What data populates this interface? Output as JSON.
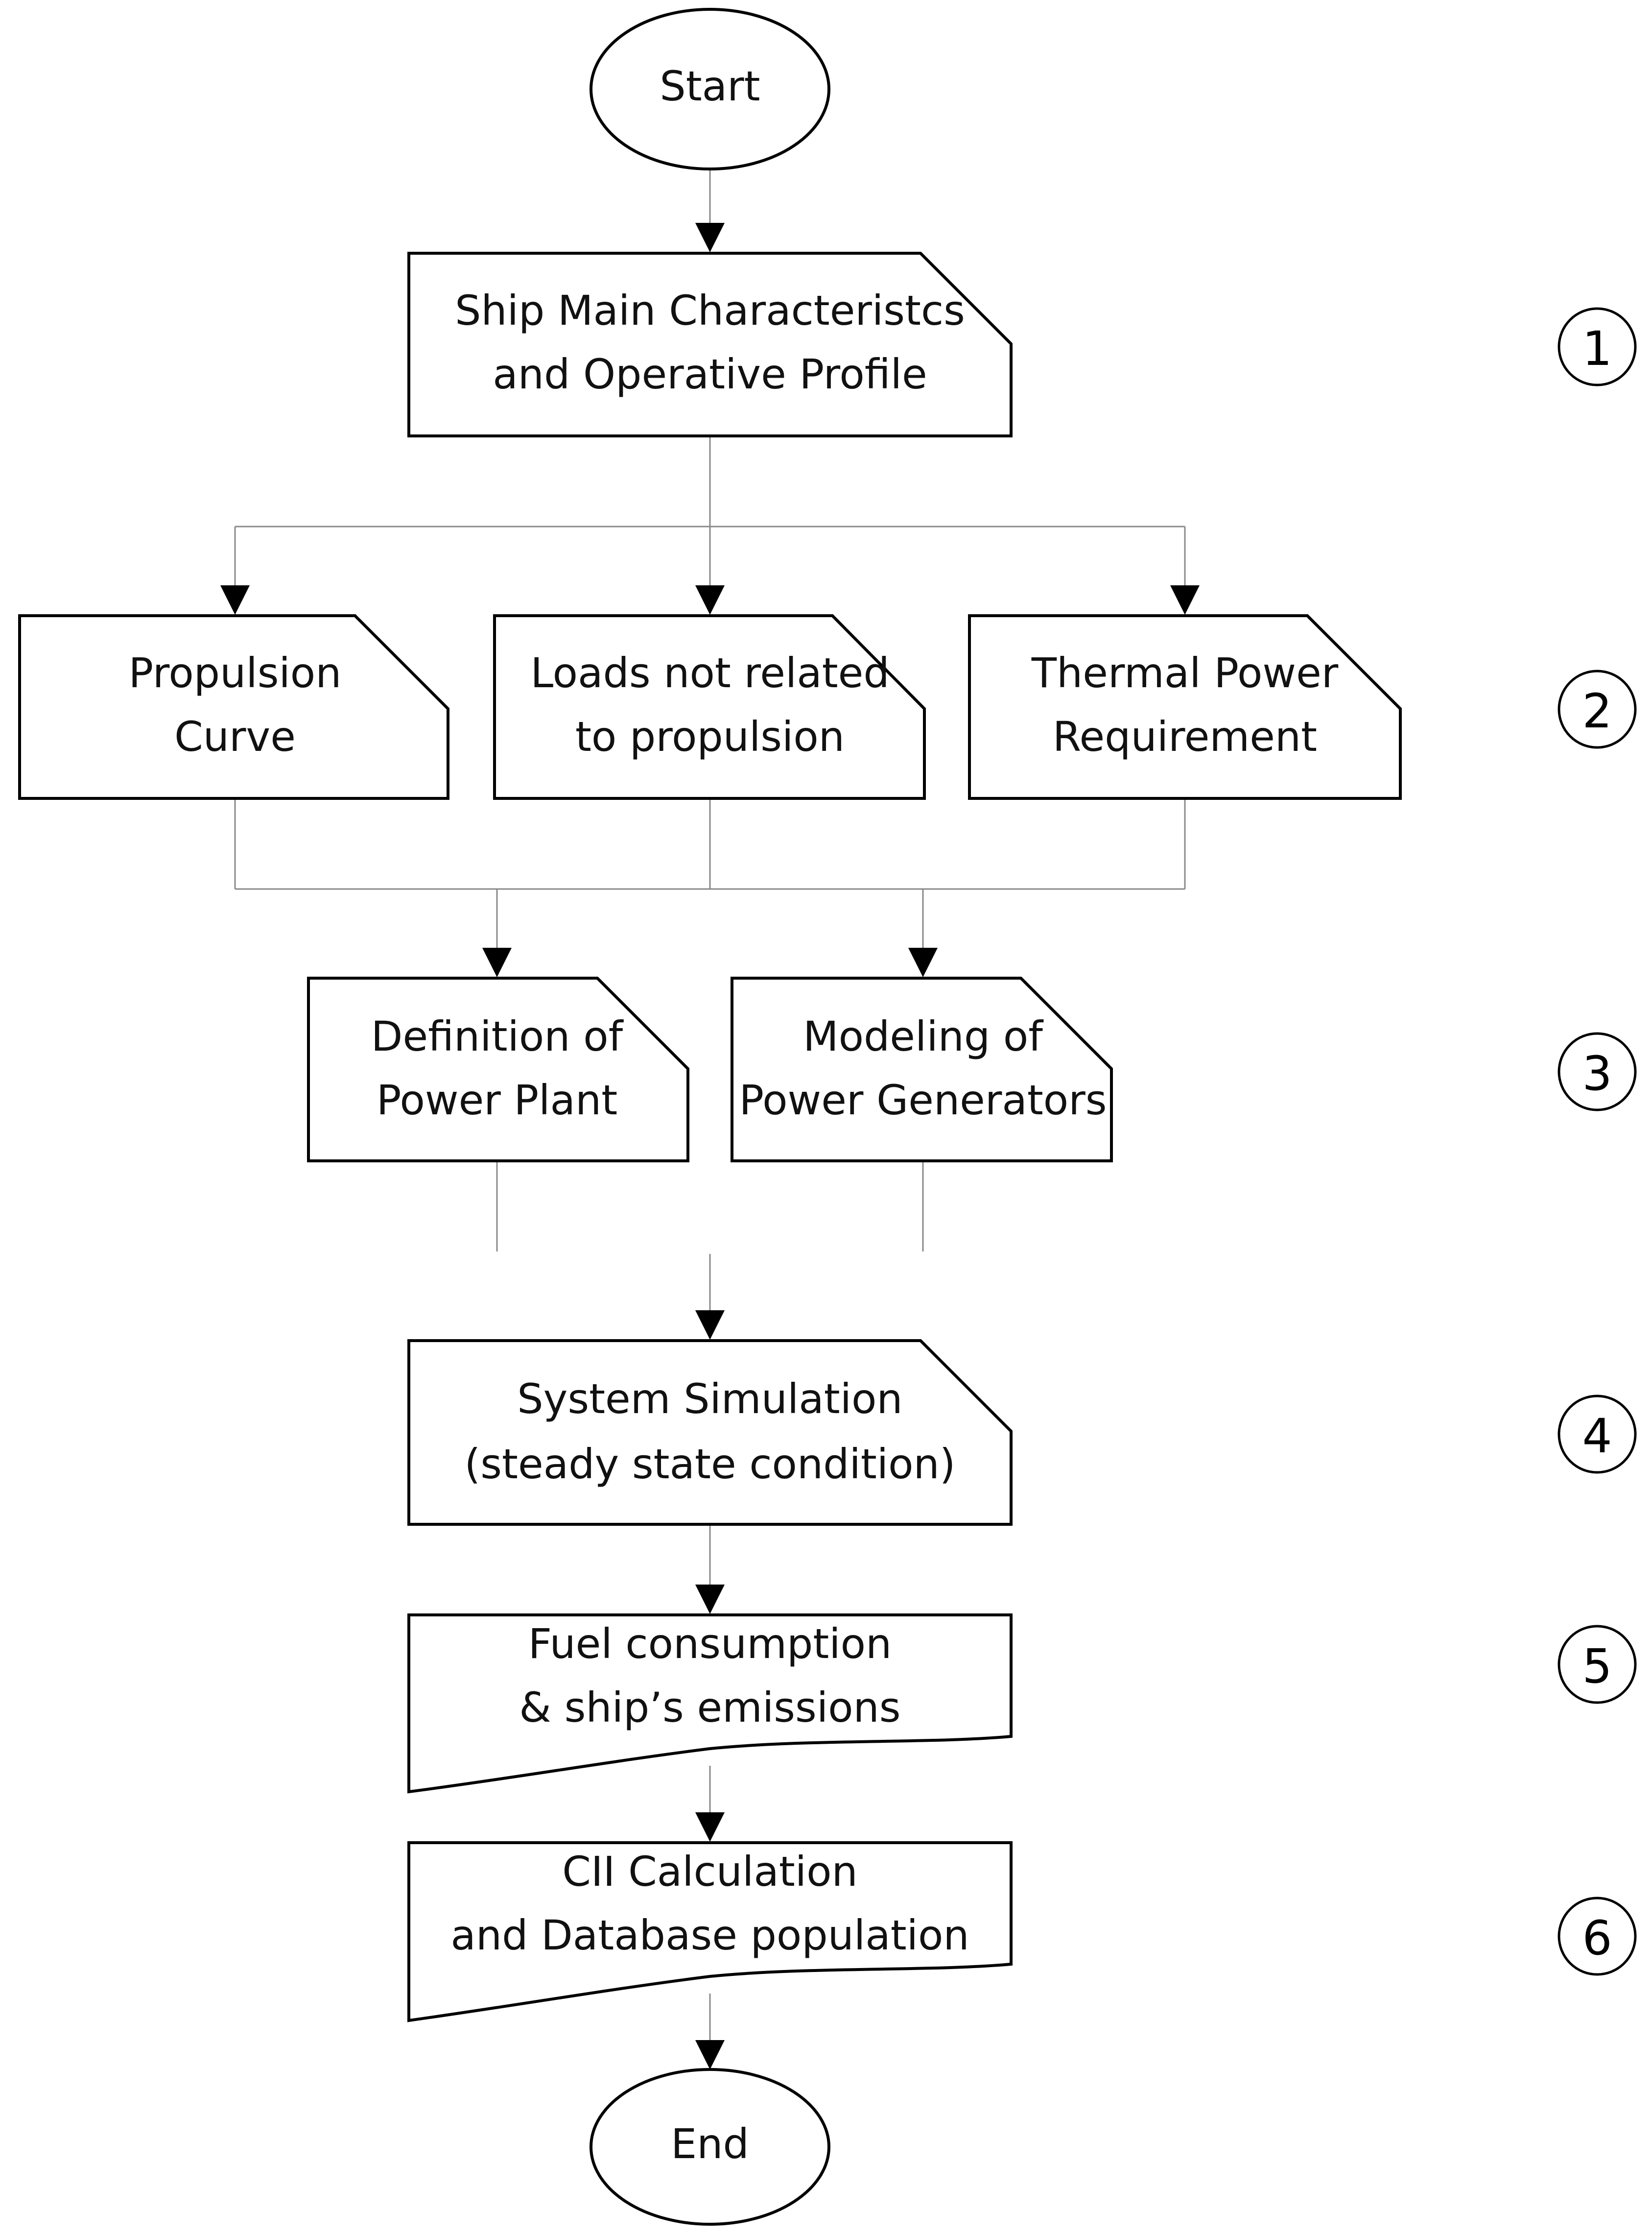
{
  "nodes": {
    "start": {
      "label": "Start"
    },
    "ship_characteristics": {
      "line1": "Ship Main Characteristcs",
      "line2": "and Operative Profile"
    },
    "propulsion_curve": {
      "line1": "Propulsion",
      "line2": "Curve"
    },
    "loads_not_related": {
      "line1": "Loads not related",
      "line2": "to propulsion"
    },
    "thermal_power": {
      "line1": "Thermal Power",
      "line2": "Requirement"
    },
    "definition_power_plant": {
      "line1": "Definition of",
      "line2": "Power Plant"
    },
    "modeling_power_generators": {
      "line1": "Modeling of",
      "line2": "Power Generators"
    },
    "system_simulation": {
      "line1": "System Simulation",
      "line2": "(steady state condition)"
    },
    "fuel_consumption": {
      "line1": "Fuel consumption",
      "line2": "& ship’s emissions"
    },
    "cii_calculation": {
      "line1": "CII Calculation",
      "line2": "and Database population"
    },
    "end": {
      "label": "End"
    }
  },
  "steps": [
    "1",
    "2",
    "3",
    "4",
    "5",
    "6"
  ]
}
